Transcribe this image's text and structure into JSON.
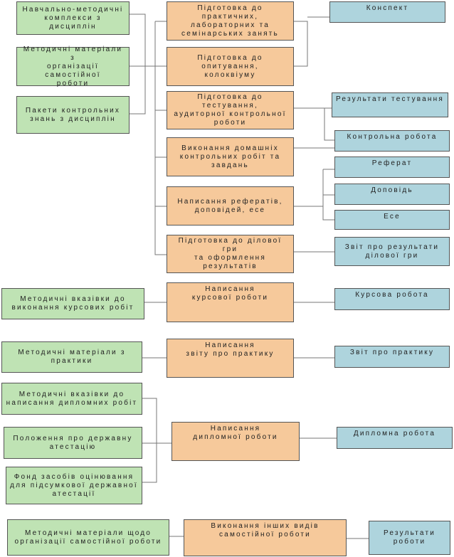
{
  "left_sources": {
    "s1": "Навчально-методичні\nкомплекси з дисциплін",
    "s2": "Методичні матеріали з\nорганізації самостійної\nроботи",
    "s3": "Пакети контрольних\nзнань з дисциплін",
    "s4": "Методичні вказівки до\nвиконання курсових робіт",
    "s5": "Методичні матеріали з\nпрактики",
    "s6": "Методичні вказівки до\nнаписання дипломних робіт",
    "s7": "Положення про державну\nатестацію",
    "s8": "Фонд засобів оцінювання\nдля підсумкової державної\nатестації",
    "s9": "Методичні матеріали щодо\nорганізації самостійної роботи"
  },
  "activities": {
    "a1": "Підготовка до практичних,\nлабораторних та\nсемінарських занять",
    "a2": "Підготовка до опитування,\nколоквіуму",
    "a3": "Підготовка до тестування,\nаудиторної контрольної\nроботи",
    "a4": "Виконання домашніх\nконтрольних робіт та\nзавдань",
    "a5": "Написання рефератів,\nдоповідей, есе",
    "a6": "Підготовка до ділової гри\nта оформлення\nрезультатів",
    "a7": "Написання\nкурсової роботи",
    "a8": "Написання\nзвіту про практику",
    "a9": "Написання\nдипломної роботи",
    "a10": "Виконання інших видів\nсамостійної роботи"
  },
  "results": {
    "r1": "Конспект",
    "r2": "Результати тестування",
    "r3": "Контрольна робота",
    "r4": "Реферат",
    "r5": "Доповідь",
    "r6": "Есе",
    "r7": "Звіт про результати\nділової гри",
    "r8": "Курсова робота",
    "r9": "Звіт про практику",
    "r10": "Дипломна робота",
    "r11": "Результати\nроботи"
  },
  "colors": {
    "source": "#bfe3b4",
    "activity": "#f6c99b",
    "result": "#aed4dd",
    "line": "#777777"
  }
}
